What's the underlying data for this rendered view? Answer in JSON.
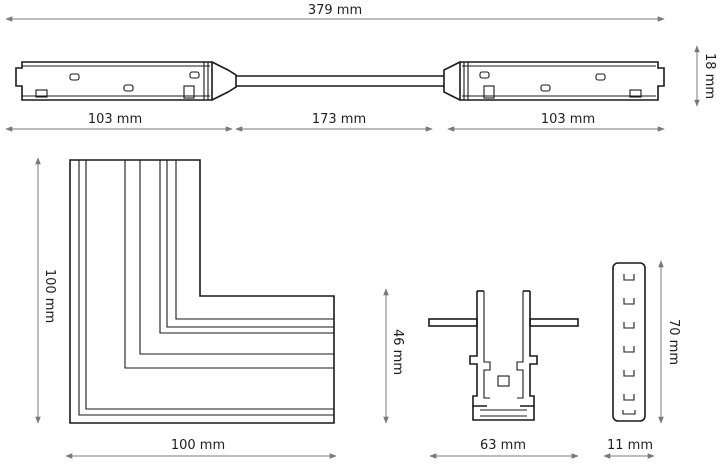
{
  "dimensions": {
    "total_length": "379 mm",
    "height_side": "18 mm",
    "left_connector": "103 mm",
    "cable": "173 mm",
    "right_connector": "103 mm",
    "corner_height": "100 mm",
    "corner_width": "100 mm",
    "profile_height": "46 mm",
    "profile_width": "63 mm",
    "strip_height": "70 mm",
    "strip_width": "11 mm"
  },
  "colors": {
    "line": "#1a1a1a",
    "dimension": "#7a7a7a",
    "text": "#1f1f1f"
  }
}
